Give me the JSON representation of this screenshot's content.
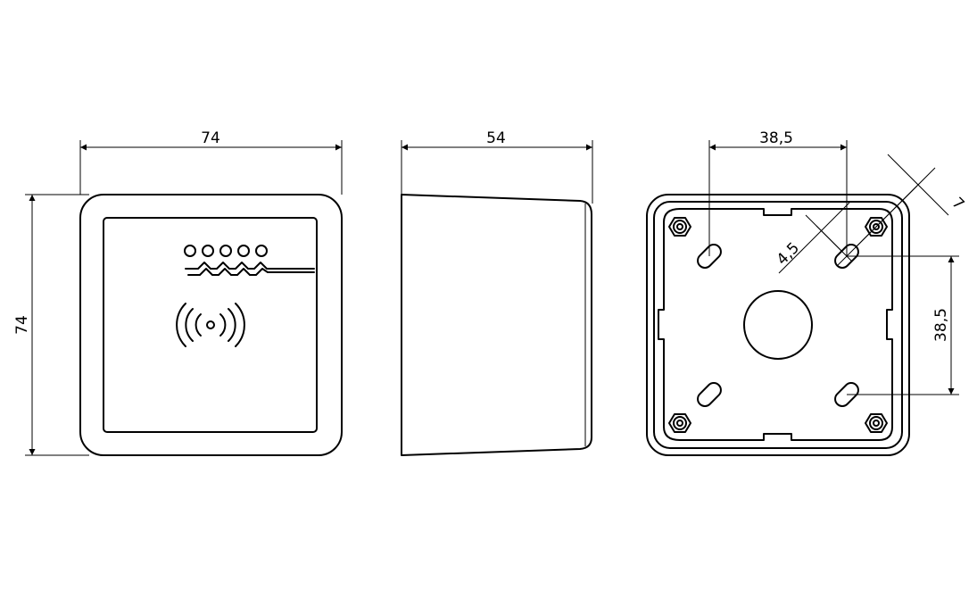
{
  "dimensions": {
    "front_width": "74",
    "front_height": "74",
    "side_depth": "54",
    "back_hole_spacing_horizontal": "38,5",
    "back_hole_spacing_vertical": "38,5",
    "slot_width": "4,5",
    "slot_length": "7"
  },
  "front_view": {
    "led_count": 5,
    "icons": [
      "led-indicator-icon",
      "wave-logo-icon",
      "contactless-rfid-icon"
    ]
  },
  "colors": {
    "line": "#000000",
    "background": "#ffffff"
  }
}
